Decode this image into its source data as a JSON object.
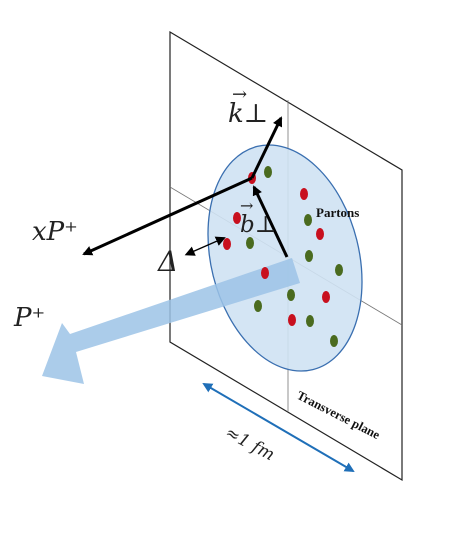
{
  "labels": {
    "k_perp": "k⊥",
    "x_p_plus": "xP⁺",
    "delta": "Δ",
    "b_perp": "b⊥",
    "p_plus": "P⁺",
    "partons": "Partons",
    "transverse_plane": "Transverse plane",
    "size": "≈1 fm"
  },
  "colors": {
    "disk_fill": "#cfe2f3",
    "disk_stroke": "#3a6fb0",
    "beam": "#9cc3e6",
    "red_parton": "#c8101e",
    "green_parton": "#4a6b1f",
    "size_arrow": "#1f6fb8"
  }
}
